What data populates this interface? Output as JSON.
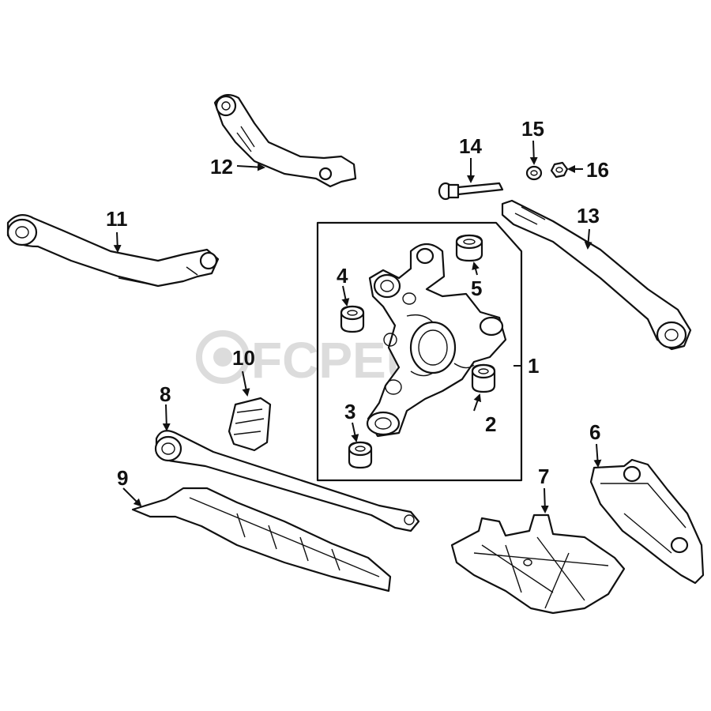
{
  "watermark": "FCPEuro",
  "callouts": [
    {
      "id": "1",
      "label": "1"
    },
    {
      "id": "2",
      "label": "2"
    },
    {
      "id": "3",
      "label": "3"
    },
    {
      "id": "4",
      "label": "4"
    },
    {
      "id": "5",
      "label": "5"
    },
    {
      "id": "6",
      "label": "6"
    },
    {
      "id": "7",
      "label": "7"
    },
    {
      "id": "8",
      "label": "8"
    },
    {
      "id": "9",
      "label": "9"
    },
    {
      "id": "10",
      "label": "10"
    },
    {
      "id": "11",
      "label": "11"
    },
    {
      "id": "12",
      "label": "12"
    },
    {
      "id": "13",
      "label": "13"
    },
    {
      "id": "14",
      "label": "14"
    },
    {
      "id": "15",
      "label": "15"
    },
    {
      "id": "16",
      "label": "16"
    }
  ]
}
